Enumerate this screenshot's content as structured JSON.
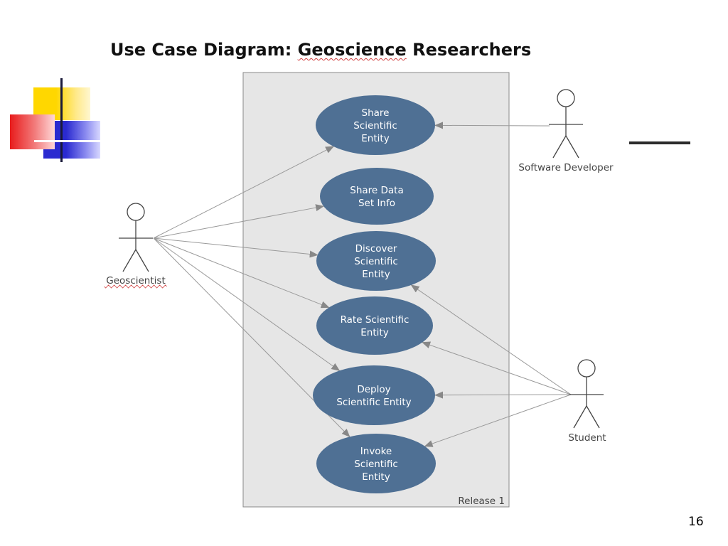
{
  "slide": {
    "title_prefix": "Use Case Diagram: ",
    "title_highlight": "Geoscience",
    "title_suffix": " Researchers",
    "page_number": "16"
  },
  "system_boundary": {
    "label": "Release 1",
    "fill": "#e6e6e6",
    "stroke": "#8a8a8a"
  },
  "use_cases": [
    {
      "id": "share-scientific-entity",
      "lines": [
        "Share",
        "Scientific",
        "Entity"
      ]
    },
    {
      "id": "share-data-set-info",
      "lines": [
        "Share Data",
        "Set Info"
      ]
    },
    {
      "id": "discover-scientific-entity",
      "lines": [
        "Discover",
        "Scientific",
        "Entity"
      ]
    },
    {
      "id": "rate-scientific-entity",
      "lines": [
        "Rate Scientific",
        "Entity"
      ]
    },
    {
      "id": "deploy-scientific-entity",
      "lines": [
        "Deploy",
        "Scientific Entity"
      ]
    },
    {
      "id": "invoke-scientific-entity",
      "lines": [
        "Invoke",
        "Scientific",
        "Entity"
      ]
    }
  ],
  "actors": [
    {
      "id": "geoscientist",
      "label": "Geoscientist",
      "spellcheck": true
    },
    {
      "id": "software-developer",
      "label": "Software Developer"
    },
    {
      "id": "student",
      "label": "Student"
    }
  ],
  "associations": [
    {
      "from": "geoscientist",
      "to": "share-scientific-entity"
    },
    {
      "from": "geoscientist",
      "to": "share-data-set-info"
    },
    {
      "from": "geoscientist",
      "to": "discover-scientific-entity"
    },
    {
      "from": "geoscientist",
      "to": "rate-scientific-entity"
    },
    {
      "from": "geoscientist",
      "to": "deploy-scientific-entity"
    },
    {
      "from": "geoscientist",
      "to": "invoke-scientific-entity"
    },
    {
      "from": "software-developer",
      "to": "share-scientific-entity"
    },
    {
      "from": "student",
      "to": "discover-scientific-entity"
    },
    {
      "from": "student",
      "to": "rate-scientific-entity"
    },
    {
      "from": "student",
      "to": "deploy-scientific-entity"
    },
    {
      "from": "student",
      "to": "invoke-scientific-entity"
    }
  ],
  "colors": {
    "use_case_fill": "#4f7094",
    "line": "#9a9a9a",
    "arrow": "#888888",
    "actor_stroke": "#444444"
  }
}
